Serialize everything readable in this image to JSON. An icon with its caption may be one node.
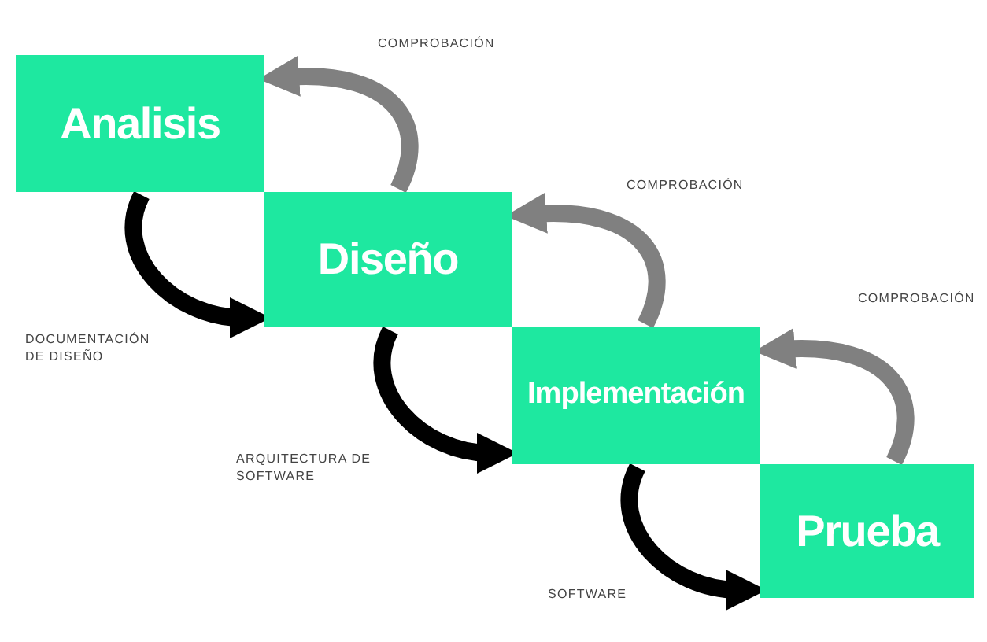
{
  "diagram": {
    "nodes": [
      {
        "text": [
          "Analisis"
        ]
      },
      {
        "text": [
          "Diseño"
        ]
      },
      {
        "text": [
          "Implementación"
        ]
      },
      {
        "text": [
          "Prueba"
        ]
      }
    ],
    "edges": [
      {
        "from": 0,
        "to": 1,
        "arrow": "to",
        "label": "DOCUMENTACIÓN DE DISEÑO"
      },
      {
        "from": 1,
        "to": 0,
        "arrow": "to",
        "label": "COMPROBACIÓN",
        "color": "#808080"
      },
      {
        "from": 1,
        "to": 2,
        "arrow": "to",
        "label": "ARQUITECTURA DE SOFTWARE"
      },
      {
        "from": 2,
        "to": 1,
        "arrow": "to",
        "label": "COMPROBACIÓN",
        "color": "#808080"
      },
      {
        "from": 2,
        "to": 3,
        "arrow": "to",
        "label": "SOFTWARE"
      },
      {
        "from": 3,
        "to": 2,
        "arrow": "to",
        "label": "COMPROBACIÓN",
        "color": "#808080"
      }
    ]
  }
}
